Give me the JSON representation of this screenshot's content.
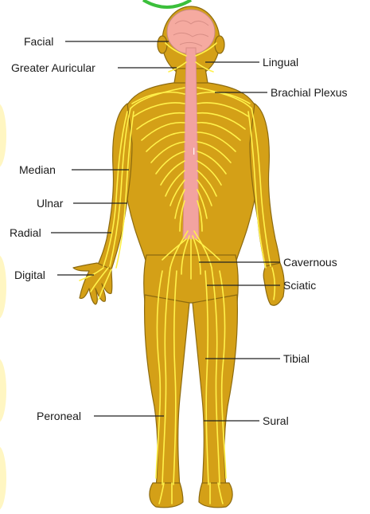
{
  "diagram": {
    "colors": {
      "skin": "#d4a017",
      "skin_outline": "#8c6a10",
      "nerve": "#fff14a",
      "spine": "#f2a3a0",
      "brain": "#f5aaa0",
      "leader": "#222222",
      "accent_green": "#3bbf3b",
      "accent_yellow": "#fff6c2"
    },
    "labels": {
      "facial": "Facial",
      "greater_auricular": "Greater Auricular",
      "lingual": "Lingual",
      "brachial_plexus": "Brachial Plexus",
      "median": "Median",
      "ulnar": "Ulnar",
      "radial": "Radial",
      "digital": "Digital",
      "cavernous": "Cavernous",
      "sciatic": "Sciatic",
      "tibial": "Tibial",
      "peroneal": "Peroneal",
      "sural": "Sural"
    }
  }
}
